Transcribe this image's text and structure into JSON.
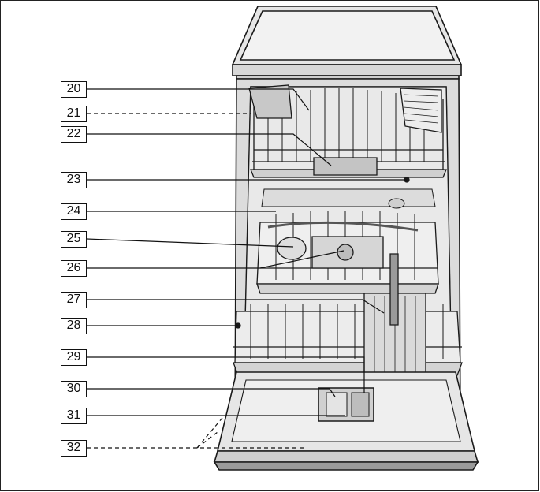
{
  "figure": {
    "type": "labeled-technical-diagram",
    "subject": "dishwasher-interior",
    "colors": {
      "line": "#1a1a1a",
      "shade_light": "#e6e6e6",
      "shade_mid": "#cfcfcf",
      "shade_dark": "#9a9a9a",
      "background": "#ffffff"
    }
  },
  "callouts": [
    {
      "number": "20",
      "leader": "solid"
    },
    {
      "number": "21",
      "leader": "dashed"
    },
    {
      "number": "22",
      "leader": "solid"
    },
    {
      "number": "23",
      "leader": "solid"
    },
    {
      "number": "24",
      "leader": "solid"
    },
    {
      "number": "25",
      "leader": "solid"
    },
    {
      "number": "26",
      "leader": "solid"
    },
    {
      "number": "27",
      "leader": "solid"
    },
    {
      "number": "28",
      "leader": "solid"
    },
    {
      "number": "29",
      "leader": "solid"
    },
    {
      "number": "30",
      "leader": "solid"
    },
    {
      "number": "31",
      "leader": "solid"
    },
    {
      "number": "32",
      "leader": "dashed"
    }
  ]
}
